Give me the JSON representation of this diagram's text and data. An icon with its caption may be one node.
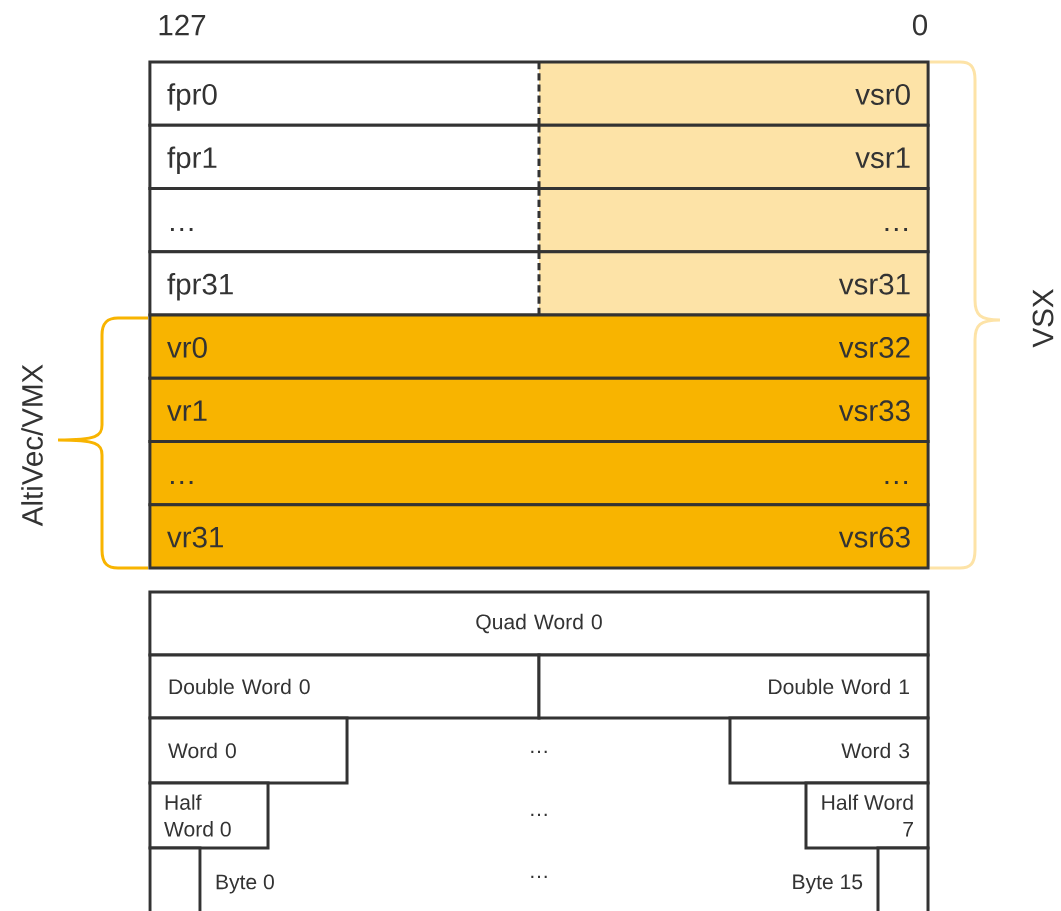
{
  "diagram": {
    "nodes": [
      {
        "text": [
          "fpr0",
          "vsr0"
        ]
      },
      {
        "text": [
          "fpr1",
          "vsr1"
        ]
      },
      {
        "text": [
          "…",
          "…"
        ]
      },
      {
        "text": [
          "fpr31",
          "vsr31"
        ]
      },
      {
        "text": [
          "vr0",
          "vsr32"
        ]
      },
      {
        "text": [
          "vr1",
          "vsr33"
        ]
      },
      {
        "text": [
          "…",
          "…"
        ]
      },
      {
        "text": [
          "vr31",
          "vsr63"
        ]
      },
      {
        "text": [
          "Quad Word 0"
        ]
      },
      {
        "text": [
          "Double Word 0"
        ]
      },
      {
        "text": [
          "Double Word 1"
        ]
      },
      {
        "text": [
          "Word 0"
        ]
      },
      {
        "text": [
          "Word 3"
        ]
      },
      {
        "text": [
          "Half Word 0"
        ]
      },
      {
        "text": [
          "Half Word 7"
        ]
      },
      {
        "text": [],
        "shape": "box",
        "beside": [
          "Byte 0"
        ]
      },
      {
        "text": [],
        "shape": "box",
        "beside": [
          "Byte 15"
        ]
      }
    ],
    "labels": [
      "127",
      "0",
      "VSX",
      "AltiVec/VMX",
      "…",
      "…",
      "…"
    ]
  }
}
